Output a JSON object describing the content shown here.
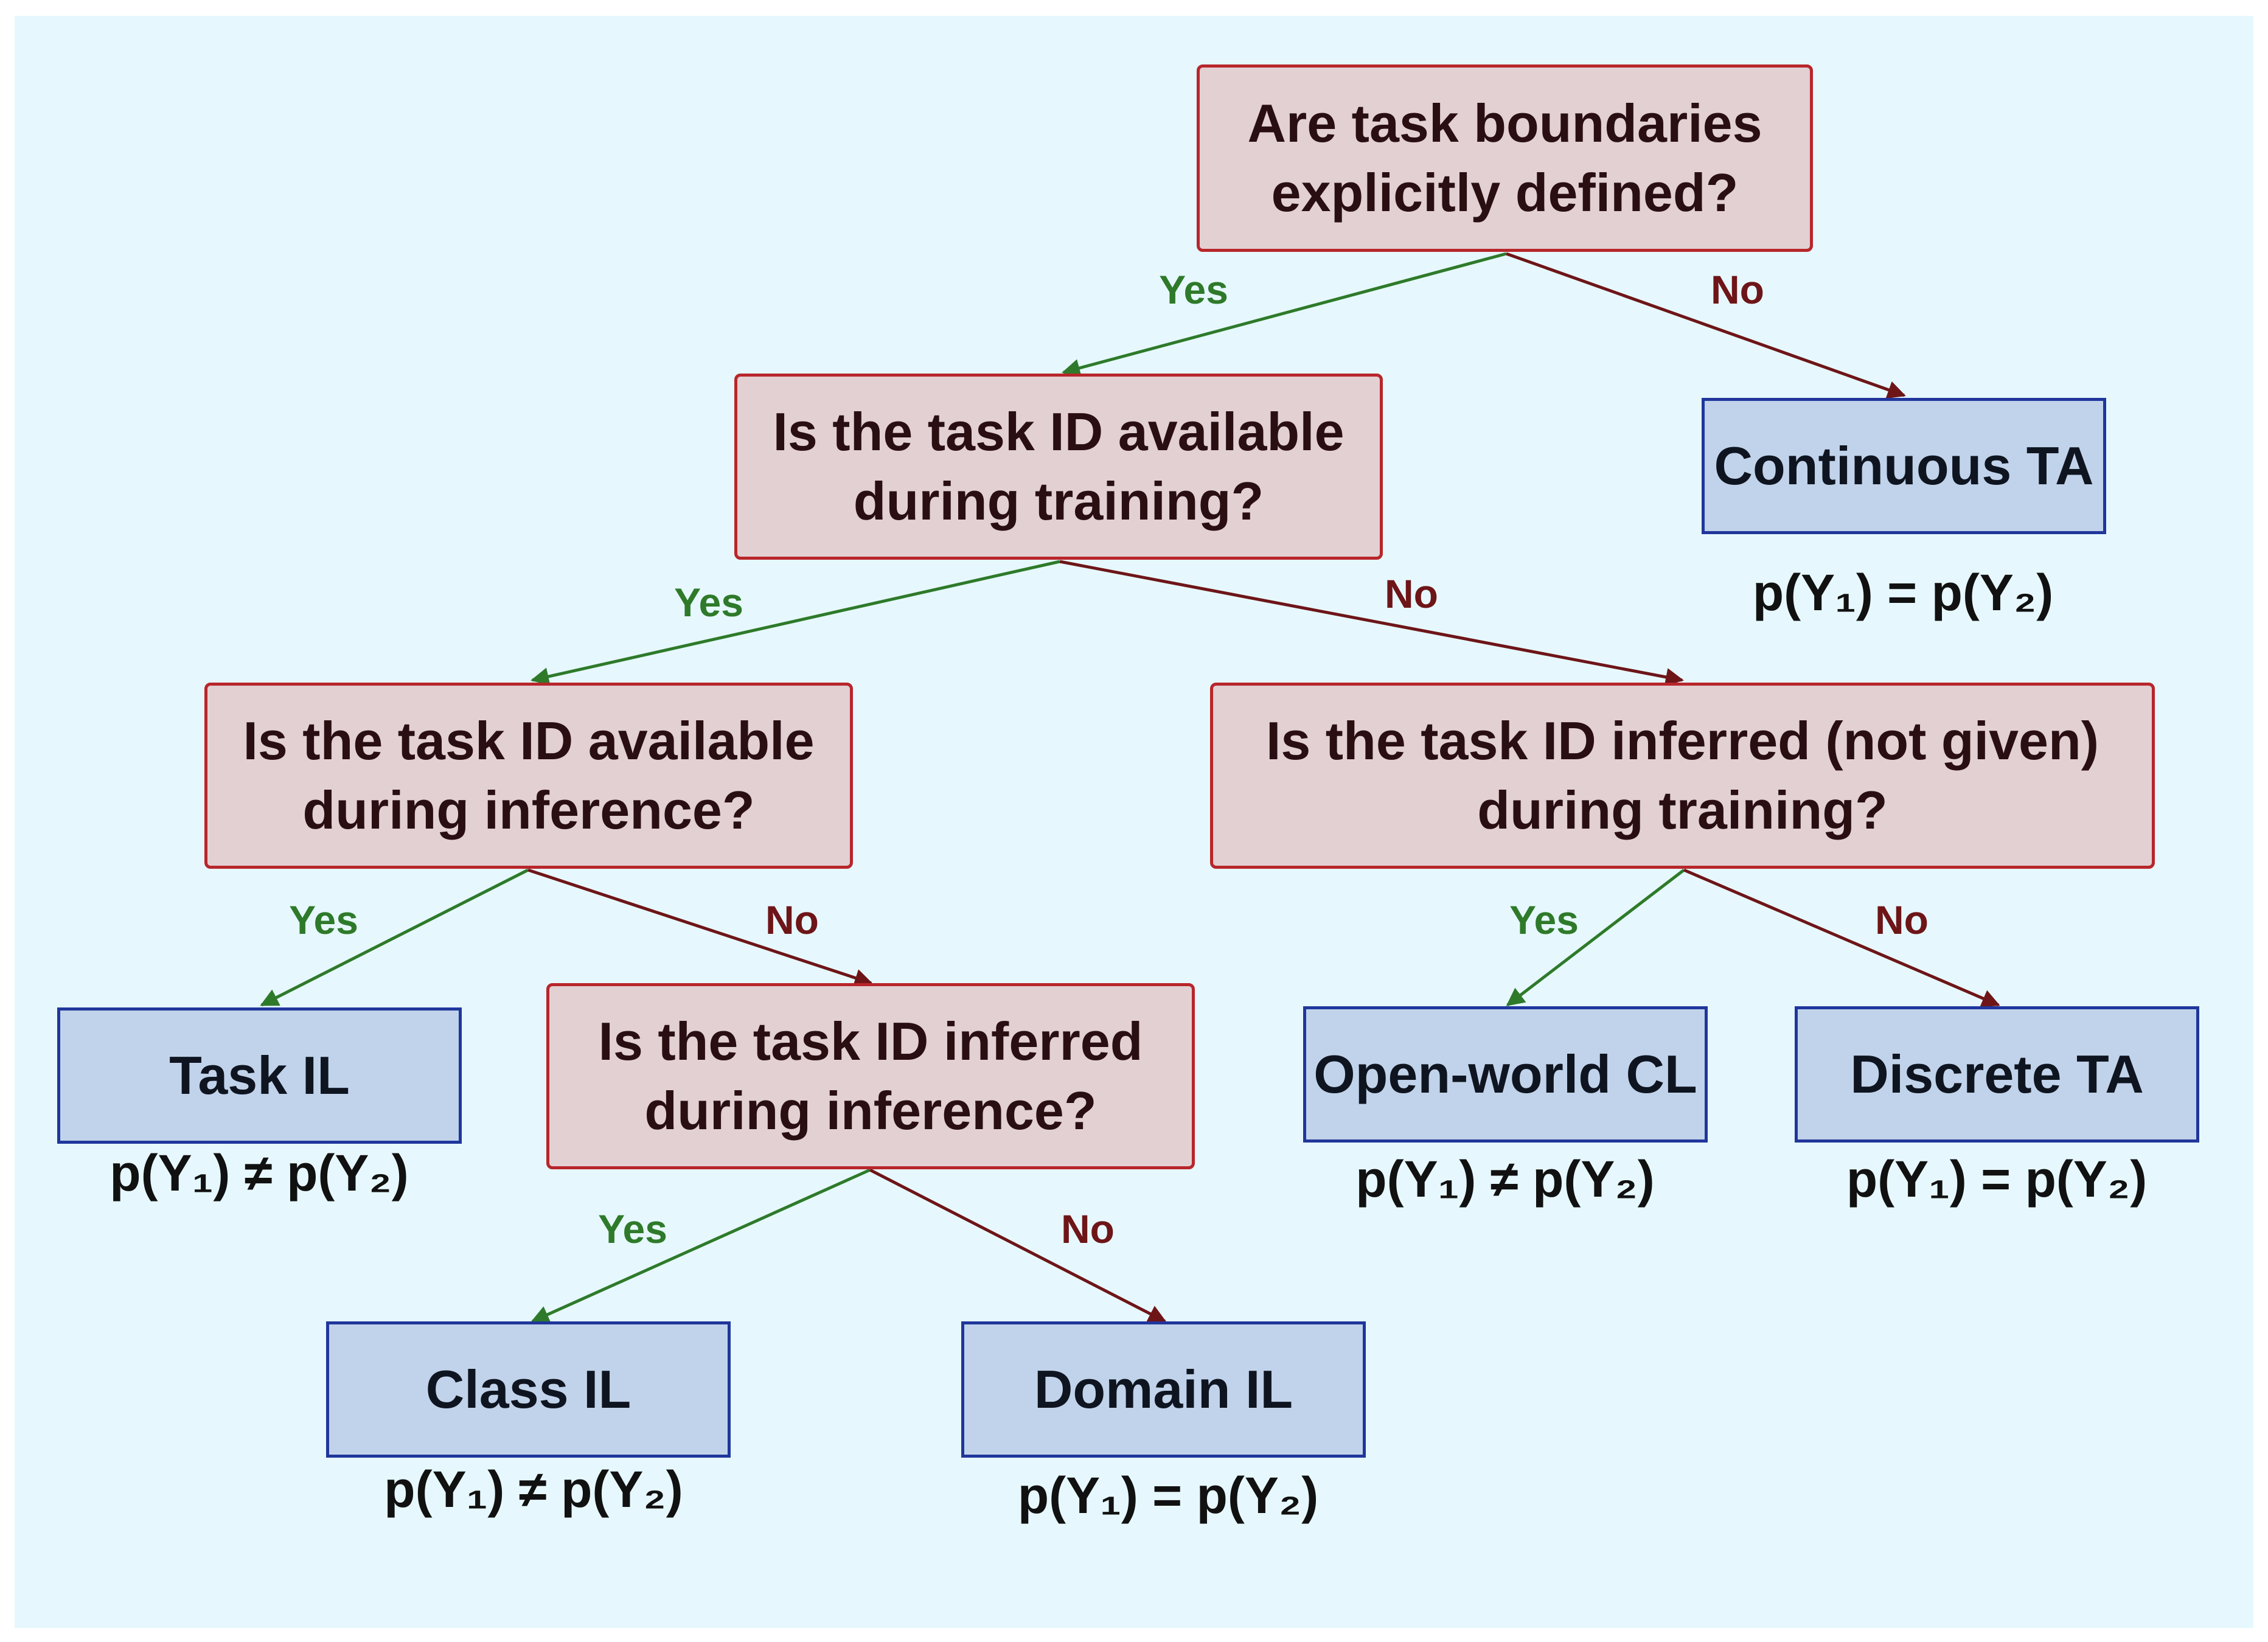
{
  "colors": {
    "background": "#e6f8fd",
    "question_fill": "#e2d0d3",
    "question_border": "#b8262b",
    "leaf_fill": "#c1d3ea",
    "leaf_border": "#20369c",
    "yes_edge": "#2e7a2a",
    "no_edge": "#6e1518"
  },
  "labels": {
    "yes": "Yes",
    "no": "No"
  },
  "questions": {
    "q1": "Are task boundaries explicitly defined?",
    "q2": "Is the task ID available during training?",
    "q3": "Is the task ID available during inference?",
    "q4": "Is the task ID inferred (not given) during training?",
    "q5": "Is the task ID inferred during inference?"
  },
  "leaves": {
    "continuous_ta": {
      "label": "Continuous TA",
      "formula": "p(Y₁) = p(Y₂)"
    },
    "task_il": {
      "label": "Task IL",
      "formula": "p(Y₁) ≠ p(Y₂)"
    },
    "open_world_cl": {
      "label": "Open-world CL",
      "formula": "p(Y₁) ≠ p(Y₂)"
    },
    "discrete_ta": {
      "label": "Discrete TA",
      "formula": "p(Y₁) = p(Y₂)"
    },
    "class_il": {
      "label": "Class IL",
      "formula": "p(Y₁) ≠ p(Y₂)"
    },
    "domain_il": {
      "label": "Domain IL",
      "formula": "p(Y₁) = p(Y₂)"
    }
  }
}
